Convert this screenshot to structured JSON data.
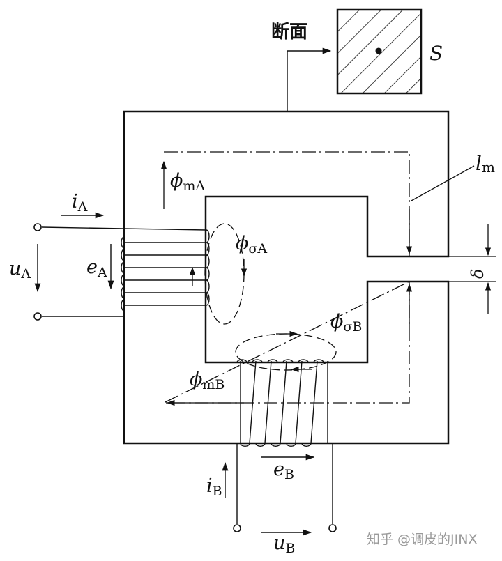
{
  "labels": {
    "section": "断面",
    "area": "S",
    "path_length": "l",
    "path_length_sub": "m",
    "air_gap": "δ",
    "current_a": "i",
    "current_a_sub": "A",
    "voltage_a": "u",
    "voltage_a_sub": "A",
    "emf_a": "e",
    "emf_a_sub": "A",
    "flux_main_a": "ϕ",
    "flux_main_a_sub": "mA",
    "flux_leak_a": "ϕ",
    "flux_leak_a_sub": "σA",
    "flux_leak_b": "ϕ",
    "flux_leak_b_sub": "σB",
    "flux_main_b": "ϕ",
    "flux_main_b_sub": "mB",
    "emf_b": "e",
    "emf_b_sub": "B",
    "current_b": "i",
    "current_b_sub": "B",
    "voltage_b": "u",
    "voltage_b_sub": "B"
  },
  "watermark": "知乎 @调皮的JINX"
}
